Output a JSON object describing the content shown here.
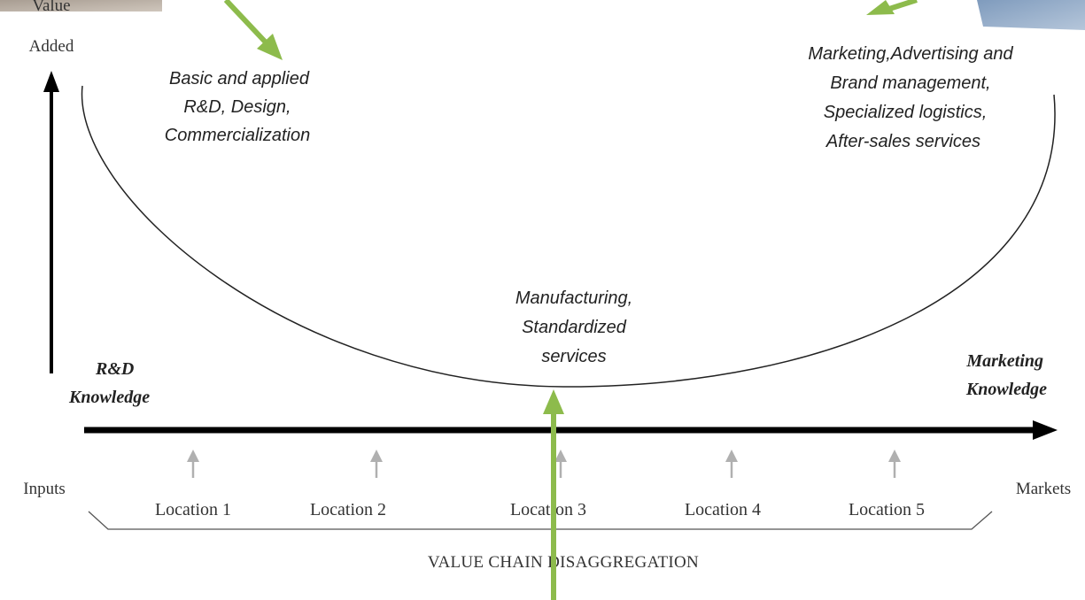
{
  "diagram": {
    "y_axis_label": [
      "Value",
      "Added"
    ],
    "left_activity": [
      "Basic and applied",
      "R&D, Design,",
      "Commercialization"
    ],
    "right_activity": [
      "Marketing,Advertising and",
      "Brand management,",
      "Specialized logistics,",
      "After-sales services"
    ],
    "bottom_activity": [
      "Manufacturing,",
      "Standardized",
      "services"
    ],
    "left_knowledge": [
      "R&D",
      "Knowledge"
    ],
    "right_knowledge": [
      "Marketing",
      "Knowledge"
    ],
    "inputs_label": "Inputs",
    "markets_label": "Markets",
    "locations": [
      "Location 1",
      "Location 2",
      "Location 3",
      "Location 4",
      "Location 5"
    ],
    "footer_label": "VALUE CHAIN  DISAGGREGATION",
    "colors": {
      "curve": "#222222",
      "axis": "#000000",
      "location_arrow": "#b0b0b0",
      "annotation_arrow": "#8dbb4c",
      "corner_image_left": "#b8ada2",
      "corner_image_right": "#8fa8c4"
    }
  }
}
